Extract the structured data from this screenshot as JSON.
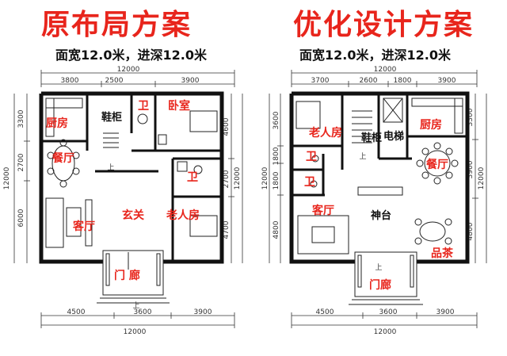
{
  "left": {
    "title": "原布局方案",
    "subtitle": "面宽12.0米，进深12.0米",
    "top_total": "12000",
    "top_dims": [
      "3800",
      "2500",
      "3900"
    ],
    "bottom_dims": [
      "4500",
      "3600",
      "3900"
    ],
    "bottom_total": "12000",
    "left_dims": [
      "3300",
      "2700",
      "6000"
    ],
    "left_total": "12000",
    "right_dims": [
      "4600",
      "2700",
      "4700"
    ],
    "right_total": "12000",
    "rooms_red": [
      "厨房",
      "餐厅",
      "客厅",
      "卫",
      "卧室",
      "卫",
      "老人房",
      "玄关",
      "门 廊"
    ],
    "rooms_black": [
      "鞋柜"
    ],
    "stair_mark": "上"
  },
  "right": {
    "title": "优化设计方案",
    "subtitle": "面宽12.0米，进深12.0米",
    "top_total": "12000",
    "top_dims": [
      "3700",
      "2600",
      "1800",
      "3900"
    ],
    "bottom_dims": [
      "4500",
      "3600",
      "3900"
    ],
    "bottom_total": "12000",
    "left_dims": [
      "3600",
      "1800",
      "1800",
      "4800"
    ],
    "left_total": "12000",
    "right_dims": [
      "3300",
      "3900",
      "4800"
    ],
    "right_total": "12000",
    "rooms_red": [
      "老人房",
      "厨房",
      "餐厅",
      "卫",
      "卫",
      "客厅",
      "品茶",
      "门廊"
    ],
    "rooms_black": [
      "鞋柜",
      "电梯",
      "神台"
    ],
    "stair_mark": "上"
  }
}
